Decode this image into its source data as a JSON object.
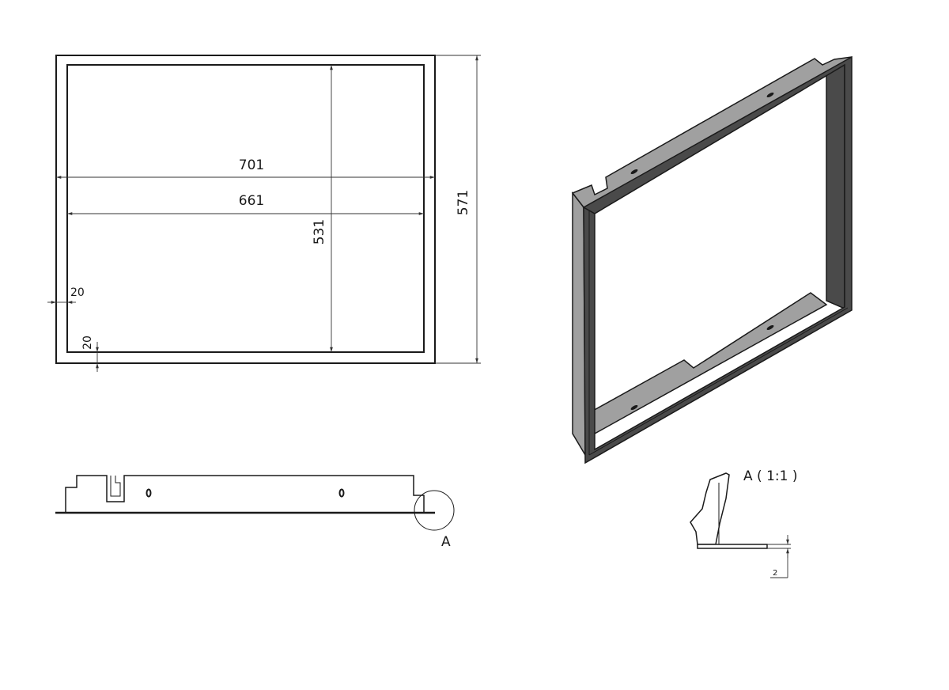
{
  "front_view": {
    "outer_width": "701",
    "inner_width": "661",
    "inner_height": "531",
    "outer_height": "571",
    "side_offset": "20",
    "bottom_offset": "20"
  },
  "side_view": {
    "detail_callout": "A"
  },
  "detail_a": {
    "title": "A ( 1:1 )",
    "thickness": "2"
  },
  "colors": {
    "line": "#1a1a1a",
    "metal_face": "#a0a0a0",
    "metal_dark": "#4a4a4a"
  }
}
